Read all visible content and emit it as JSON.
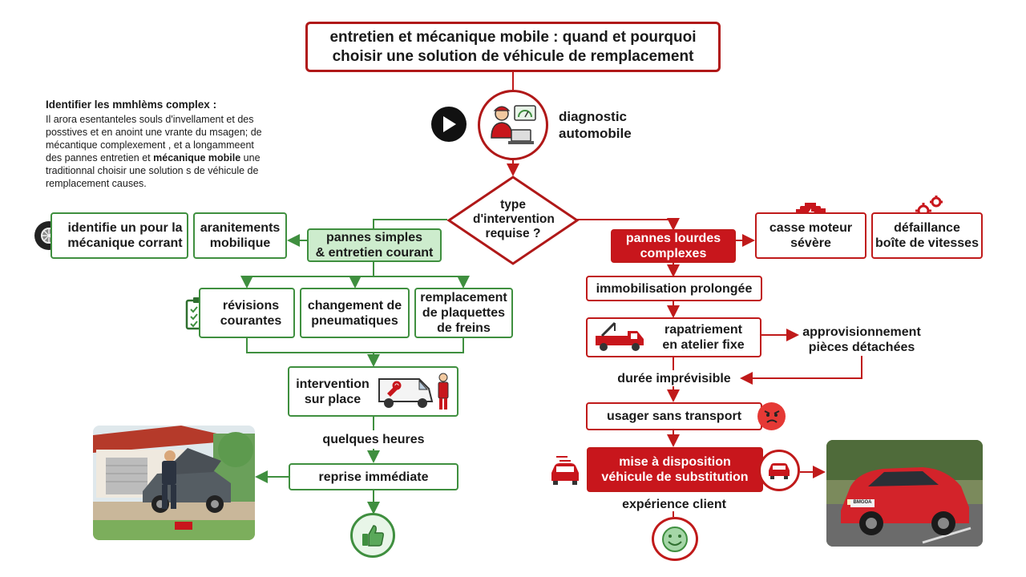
{
  "title": "entretien et mécanique mobile : quand et pourquoi\nchoisir une solution de véhicule de remplacement",
  "intro": {
    "heading": "Identifier les mmhlèms complex :",
    "line1": "Il arora esentanteles souls d'invellament et des",
    "line2": "posstives et en anoint une vrante du msagen; de",
    "line3": "mécantique complexement , et a longammeent",
    "line4_a": "des pannes entretien et ",
    "line4_b": "mécanique mobile",
    "line4_c": " une",
    "line5": "traditionnal choisir une solution s de véhicule de",
    "line6": "remplacement causes."
  },
  "diagnostic": {
    "label": "diagnostic\nautomobile",
    "icon": "mechanic-laptop-icon"
  },
  "decision": "type\nd'intervention\nrequise ?",
  "left": {
    "box1": "identifie un pour la\nmécanique corrant",
    "box2": "aranitements\nmobilique",
    "main": "pannes simples\n& entretien courant",
    "rev": "révisions\ncourantes",
    "pneu": "changement de\npneumatiques",
    "plaq": "remplacement\nde plaquettes\nde freins",
    "interv": "intervention\nsur place",
    "heures": "quelques heures",
    "reprise": "reprise immédiate"
  },
  "right": {
    "main": "pannes lourdes\ncomplexes",
    "casse": "casse moteur\nsévère",
    "boite": "défaillance\nboîte de vitesses",
    "immob": "immobilisation prolongée",
    "rapat": "rapatriement\nen atelier fixe",
    "appro": "approvisionnement\npièces détachées",
    "duree": "durée imprévisible",
    "usager": "usager sans transport",
    "mise": "mise à disposition\nvéhicule de substitution",
    "exp": "expérience client"
  },
  "photo_plate": "BMGOA",
  "colors": {
    "green": "#3f8f3f",
    "red": "#c01a1a",
    "green_fill": "#cdeccd",
    "red_fill": "#c8161c"
  }
}
